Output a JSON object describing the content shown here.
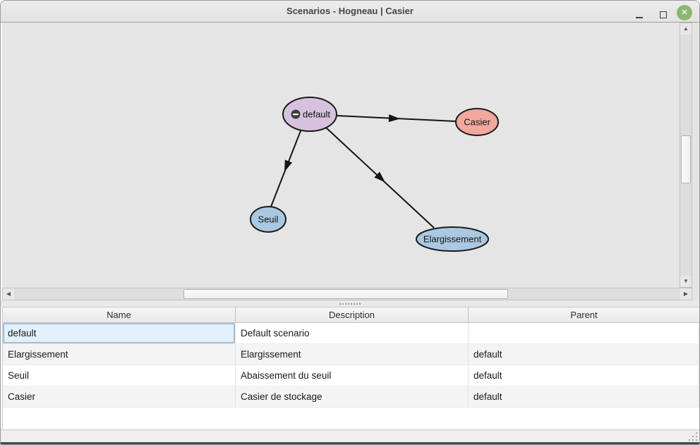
{
  "window": {
    "title": "Scenarios - Hogneau | Casier"
  },
  "icons": {
    "close": "✕"
  },
  "graph": {
    "nodes": [
      {
        "label": "default",
        "color": "#d6c2de",
        "badge": "minus-icon"
      },
      {
        "label": "Casier",
        "color": "#f1a89f"
      },
      {
        "label": "Seuil",
        "color": "#abc8e2"
      },
      {
        "label": "Elargissement",
        "color": "#abc8e2"
      }
    ],
    "edges": [
      {
        "from": "default",
        "to": "Casier"
      },
      {
        "from": "default",
        "to": "Seuil"
      },
      {
        "from": "default",
        "to": "Elargissement"
      }
    ]
  },
  "table": {
    "columns": [
      "Name",
      "Description",
      "Parent"
    ],
    "rows": [
      {
        "name": "default",
        "description": "Default scenario",
        "parent": ""
      },
      {
        "name": "Elargissement",
        "description": "Elargissement",
        "parent": "default"
      },
      {
        "name": "Seuil",
        "description": "Abaissement du seuil",
        "parent": "default"
      },
      {
        "name": "Casier",
        "description": "Casier de stockage",
        "parent": "default"
      }
    ]
  }
}
